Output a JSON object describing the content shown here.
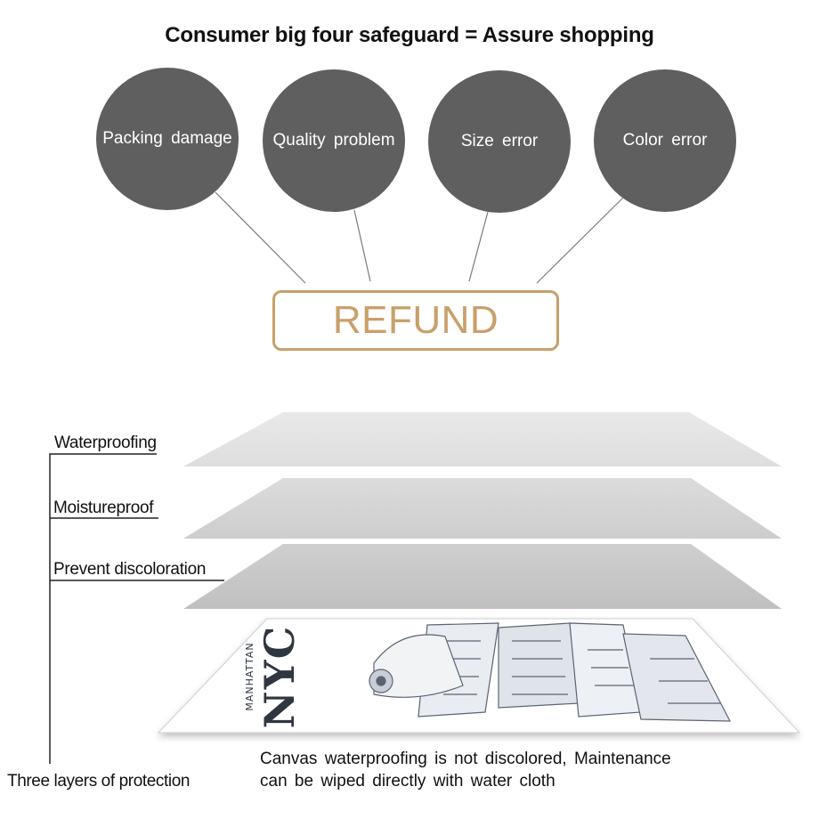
{
  "title": "Consumer big four safeguard = Assure shopping",
  "safeguards": [
    {
      "label": "Packing damage"
    },
    {
      "label": "Quality problem"
    },
    {
      "label": "Size error"
    },
    {
      "label": "Color error"
    }
  ],
  "refund_label": "REFUND",
  "layers": [
    {
      "label": "Waterproofing"
    },
    {
      "label": "Moistureproof"
    },
    {
      "label": "Prevent discoloration"
    }
  ],
  "bracket_label": "Three layers of protection",
  "caption": {
    "line1": "Canvas waterproofing is not discolored, Maintenance",
    "line2": "can be wiped directly with water cloth"
  },
  "canvas_print": {
    "text_main": "NYC",
    "text_sub": "MANHATTAN"
  },
  "colors": {
    "circle": "#5f5f5f",
    "refund_accent": "#c9a06a",
    "layer_top": "#e4e4e4",
    "layer_mid": "#d4d4d4",
    "layer_bottom": "#c6c6c6"
  }
}
